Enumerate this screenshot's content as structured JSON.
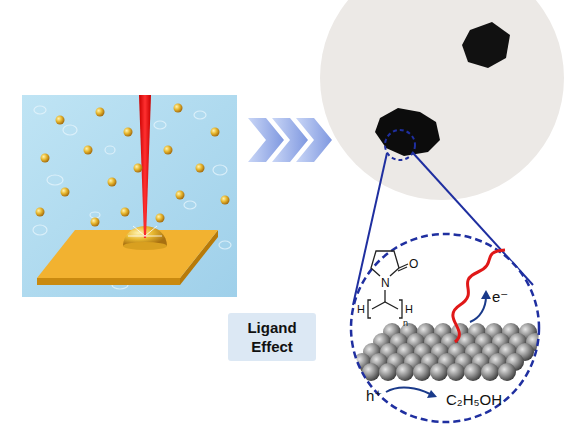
{
  "diagram": {
    "nodes": [
      {
        "text": [
          "Ligand Effect"
        ]
      }
    ],
    "labels": [
      "N",
      "O",
      "H",
      "H",
      "n",
      "e⁻",
      "h⁺",
      "C₂H₅OH"
    ]
  }
}
